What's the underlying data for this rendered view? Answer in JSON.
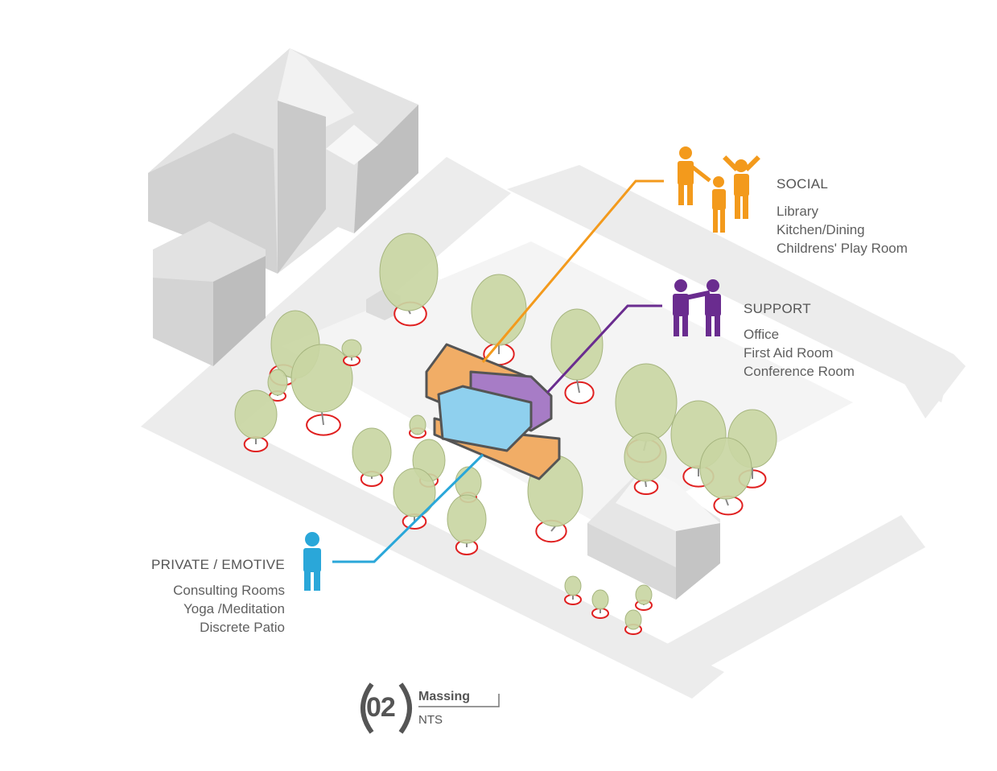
{
  "legend": {
    "social": {
      "title": "SOCIAL",
      "items": [
        "Library",
        "Kitchen/Dining",
        "Childrens' Play Room"
      ],
      "color": "#f39a1c"
    },
    "support": {
      "title": "SUPPORT",
      "items": [
        "Office",
        "First Aid Room",
        "Conference Room"
      ],
      "color": "#6a2c8f"
    },
    "private": {
      "title": "PRIVATE / EMOTIVE",
      "items": [
        "Consulting Rooms",
        "Yoga /Meditation",
        "Discrete Patio"
      ],
      "color": "#2aa7d9"
    }
  },
  "drawing_tag": {
    "number": "02",
    "title": "Massing",
    "scale": "NTS"
  },
  "icons": {
    "social": "people-group-icon",
    "support": "people-pair-icon",
    "private": "person-icon"
  }
}
